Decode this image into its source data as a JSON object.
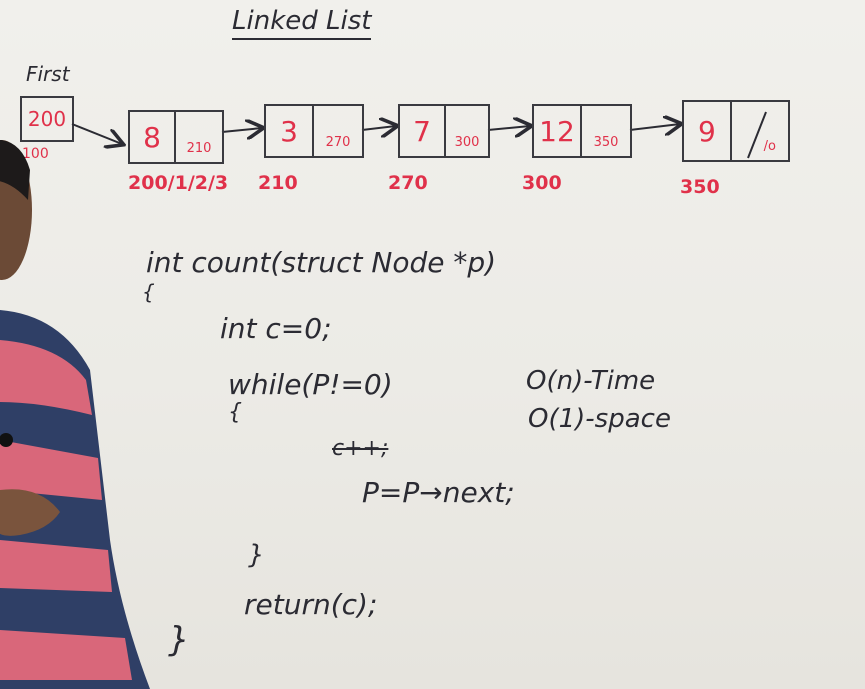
{
  "title": "Linked List",
  "first": {
    "label": "First",
    "value": "200",
    "address": "100"
  },
  "nodes": [
    {
      "data": "8",
      "next": "210",
      "address": "200/1/2/3"
    },
    {
      "data": "3",
      "next": "270",
      "address": "210"
    },
    {
      "data": "7",
      "next": "300",
      "address": "270"
    },
    {
      "data": "12",
      "next": "350",
      "address": "300"
    },
    {
      "data": "9",
      "next": "/o",
      "address": "350"
    }
  ],
  "code": {
    "signature": "int count(struct Node *p)",
    "open_brace": "{",
    "init": "int c=0;",
    "while": "while(P!=0)",
    "while_brace": "{",
    "struck": "c++;",
    "advance": "P=P→next;",
    "close_while": "}",
    "return": "return(c);",
    "close_fn": "}"
  },
  "complexity": {
    "time": "O(n)-Time",
    "space": "O(1)-space"
  },
  "colors": {
    "chalk_red": "#e0314a",
    "marker_dark": "#2b2b33",
    "board": "#eeede8"
  }
}
